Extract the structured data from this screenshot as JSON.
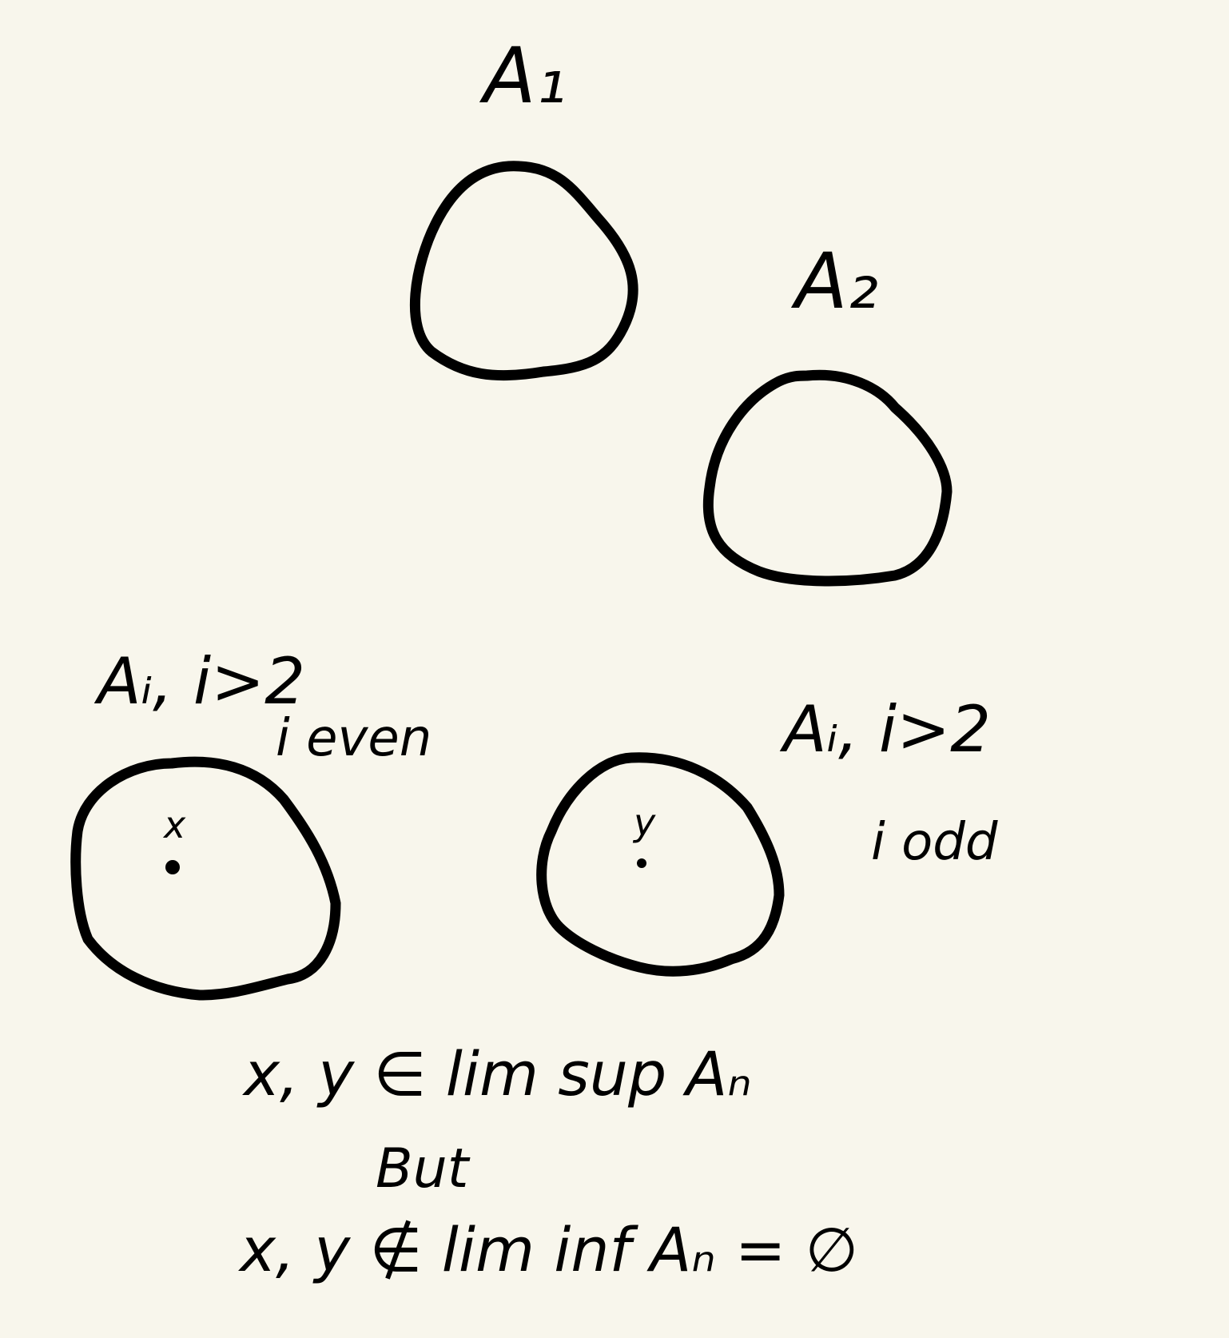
{
  "labels": {
    "a1": "A₁",
    "a2": "A₂",
    "even_set": "Aᵢ, i>2",
    "even_cond": "i even",
    "odd_set": "Aᵢ, i>2",
    "odd_cond": "i odd",
    "point_x": "x",
    "point_y": "y"
  },
  "statements": {
    "line1": "x, y ∈ lim sup Aₙ",
    "line2": "But",
    "line3": "x, y ∉ lim inf Aₙ = ∅"
  }
}
